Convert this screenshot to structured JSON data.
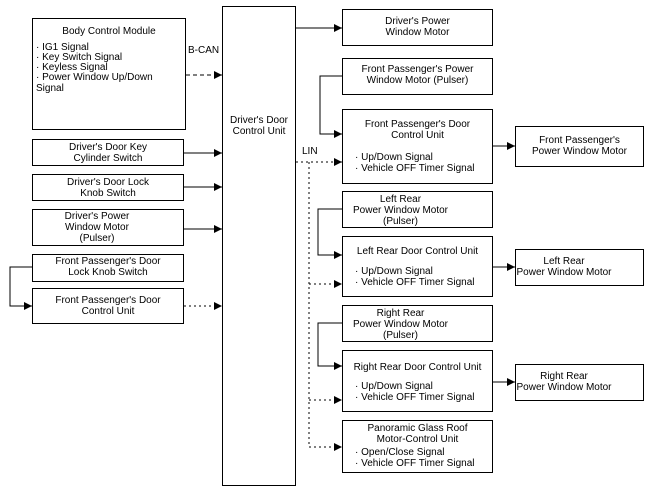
{
  "bcm": {
    "title": "Body Control Module",
    "signals": [
      "· IG1 Signal",
      "· Key Switch Signal",
      "· Keyless Signal",
      "· Power Window Up/Down\nSignal"
    ]
  },
  "bcan_label": "B-CAN",
  "lin_label": "LIN",
  "left_inputs": {
    "key_cylinder": "Driver's Door Key\nCylinder Switch",
    "lock_knob": "Driver's Door Lock\nKnob Switch",
    "driver_motor": "Driver's Power\nWindow Motor\n(Pulser)",
    "fp_lock_knob": "Front Passenger's Door\nLock Knob Switch",
    "fp_control": "Front Passenger's Door\nControl Unit"
  },
  "driver_door_unit": "Driver's Door\nControl Unit",
  "driver_window_motor": "Driver's Power\nWindow Motor",
  "fp": {
    "pulser": "Front Passenger's Power\nWindow Motor (Pulser)",
    "unit_title": "Front Passenger's Door\nControl Unit",
    "unit_signals": "· Up/Down Signal\n· Vehicle OFF Timer Signal",
    "motor": "Front Passenger's\nPower Window Motor"
  },
  "lr": {
    "pulser": "Left Rear\nPower Window Motor\n(Pulser)",
    "unit_title": "Left Rear Door Control Unit",
    "unit_signals": "· Up/Down Signal\n· Vehicle OFF Timer Signal",
    "motor": "Left Rear\nPower Window Motor"
  },
  "rr": {
    "pulser": "Right Rear\nPower Window Motor\n(Pulser)",
    "unit_title": "Right Rear Door Control Unit",
    "unit_signals": "· Up/Down Signal\n· Vehicle OFF Timer Signal",
    "motor": "Right Rear\nPower Window Motor"
  },
  "roof": {
    "title": "Panoramic Glass Roof\nMotor-Control Unit",
    "signals": "· Open/Close Signal\n· Vehicle OFF Timer Signal"
  }
}
